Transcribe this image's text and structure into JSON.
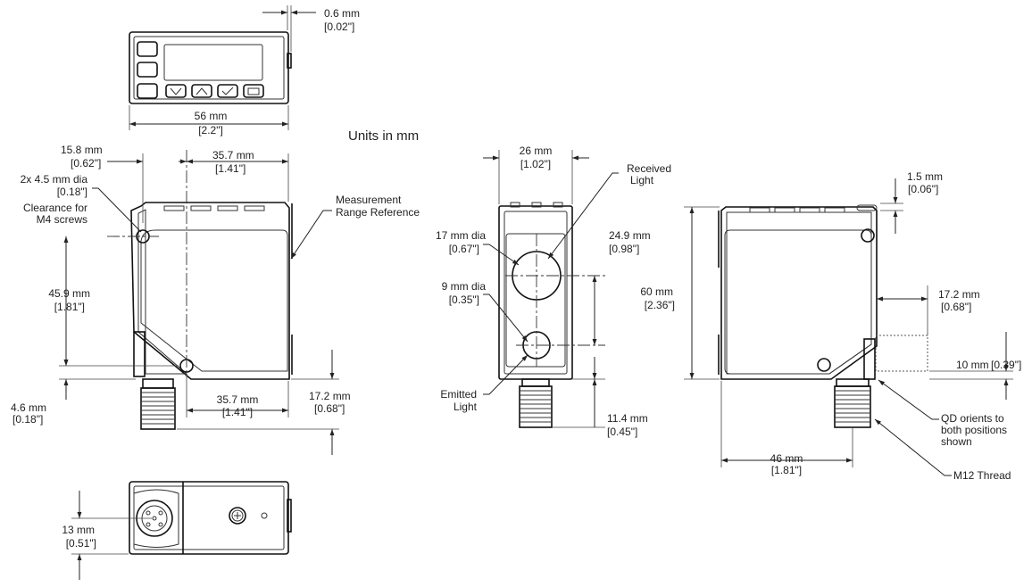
{
  "units_note": "Units in mm",
  "top_view": {
    "depth_front": {
      "mm": "0.6 mm",
      "in": "[0.02\"]"
    },
    "width": {
      "mm": "56 mm",
      "in": "[2.2\"]"
    }
  },
  "side_view": {
    "hole_offset": {
      "mm": "15.8 mm",
      "in": "[0.62\"]"
    },
    "hole_to_edge": {
      "mm": "35.7 mm",
      "in": "[1.41\"]"
    },
    "hole_dia": {
      "mm": "2x 4.5 mm dia",
      "in": "[0.18\"]"
    },
    "clearance_l1": "Clearance for",
    "clearance_l2": "M4 screws",
    "measurement_l1": "Measurement",
    "measurement_l2": "Range Reference",
    "hole_spacing": {
      "mm": "45.9 mm",
      "in": "[1.81\"]"
    },
    "bottom_offset": {
      "mm": "4.6 mm",
      "in": "[0.18\"]"
    },
    "connector_offset": {
      "mm": "35.7 mm",
      "in": "[1.41\"]"
    },
    "connector_length": {
      "mm": "17.2 mm",
      "in": "[0.68\"]"
    }
  },
  "front_view": {
    "width": {
      "mm": "26 mm",
      "in": "[1.02\"]"
    },
    "received_l1": "Received",
    "received_l2": "Light",
    "lens_big": {
      "mm": "17 mm dia",
      "in": "[0.67\"]"
    },
    "lens_small": {
      "mm": "9 mm dia",
      "in": "[0.35\"]"
    },
    "lens_spacing": {
      "mm": "24.9 mm",
      "in": "[0.98\"]"
    },
    "emitted_l1": "Emitted",
    "emitted_l2": "Light",
    "bottom_offset": {
      "mm": "11.4 mm",
      "in": "[0.45\"]"
    }
  },
  "right_view": {
    "top_offset": {
      "mm": "1.5 mm",
      "in": "[0.06\"]"
    },
    "height": {
      "mm": "60 mm",
      "in": "[2.36\"]"
    },
    "connector_length": {
      "mm": "17.2 mm",
      "in": "[0.68\"]"
    },
    "connector_height": {
      "mm": "10 mm",
      "in": "[0.39\"]"
    },
    "qd_l1": "QD orients to",
    "qd_l2": "both positions",
    "qd_l3": "shown",
    "connector_offset": {
      "mm": "46 mm",
      "in": "[1.81\"]"
    },
    "thread": "M12 Thread"
  },
  "bottom_view": {
    "depth": {
      "mm": "13 mm",
      "in": "[0.51\"]"
    }
  }
}
